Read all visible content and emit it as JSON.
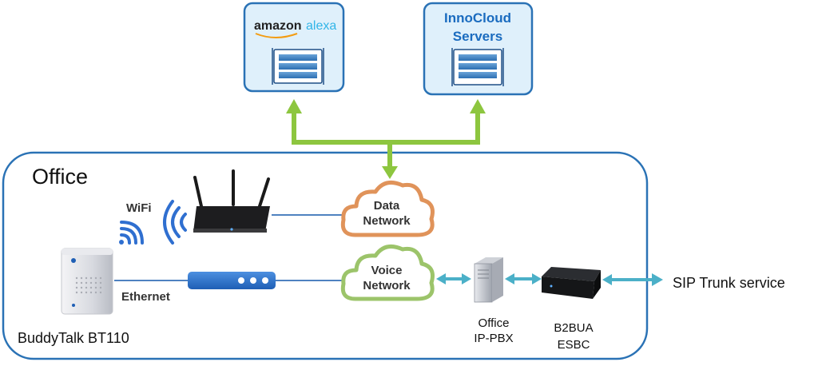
{
  "cloud_services": {
    "alexa": {
      "brand_amazon": "amazon",
      "brand_alexa": "alexa"
    },
    "innocloud": {
      "line1": "InnoCloud",
      "line2": "Servers"
    }
  },
  "office": {
    "title": "Office",
    "wifi_label": "WiFi",
    "ethernet_label": "Ethernet",
    "device_label": "BuddyTalk BT110",
    "data_network": {
      "line1": "Data",
      "line2": "Network"
    },
    "voice_network": {
      "line1": "Voice",
      "line2": "Network"
    },
    "pbx": {
      "line1": "Office",
      "line2": "IP-PBX"
    },
    "esbc": {
      "line1": "B2BUA",
      "line2": "ESBC"
    }
  },
  "sip_trunk_label": "SIP Trunk service",
  "colors": {
    "office_border": "#2a72b5",
    "server_box_border": "#2a72b5",
    "server_box_fill": "#dff0fb",
    "green_arrow": "#8dc63f",
    "data_cloud": "#e0935a",
    "voice_cloud": "#9cc46a",
    "link_line": "#4f82c0",
    "teal_arrow": "#4bb0c8",
    "wifi_blue": "#2f6fd0",
    "innocloud_text": "#1a6bbf"
  }
}
